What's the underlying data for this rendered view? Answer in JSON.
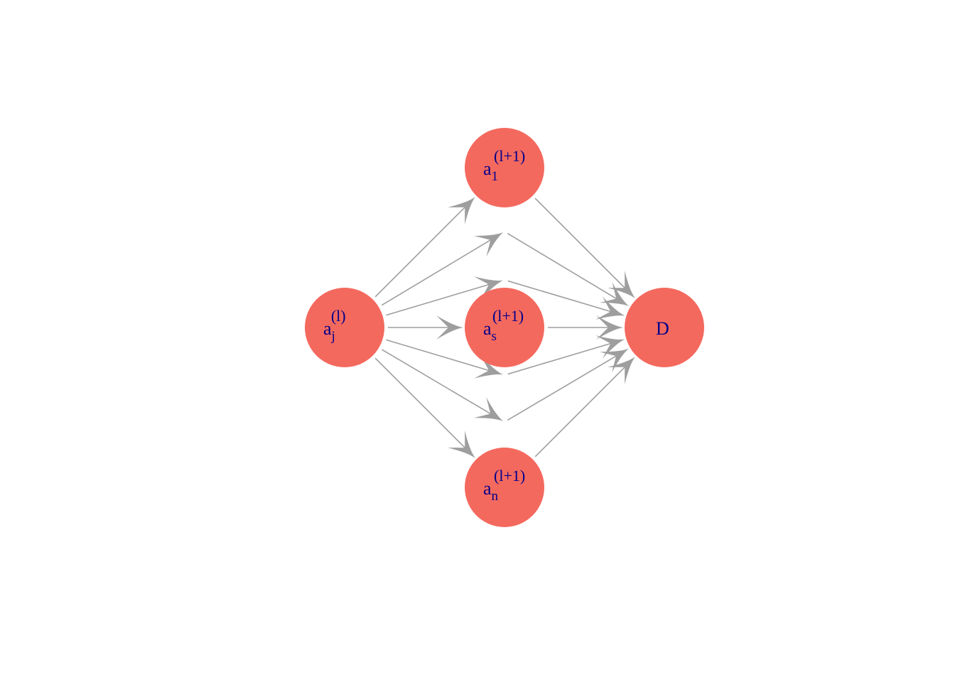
{
  "colors": {
    "node": "#f4695e",
    "edge": "#9e9e9e",
    "label": "#00008b"
  },
  "nodes": [
    {
      "id": "aj",
      "base": "a",
      "sub": "j",
      "sup": "(l)",
      "visible": true
    },
    {
      "id": "a1",
      "base": "a",
      "sub": "1",
      "sup": "(l+1)",
      "visible": true
    },
    {
      "id": "h1",
      "visible": false
    },
    {
      "id": "h2",
      "visible": false
    },
    {
      "id": "as",
      "base": "a",
      "sub": "s",
      "sup": "(l+1)",
      "visible": true
    },
    {
      "id": "h3",
      "visible": false
    },
    {
      "id": "h4",
      "visible": false
    },
    {
      "id": "an",
      "base": "a",
      "sub": "n",
      "sup": "(l+1)",
      "visible": true
    },
    {
      "id": "D",
      "base": "D",
      "visible": true
    }
  ],
  "edges": [
    [
      "aj",
      "a1"
    ],
    [
      "aj",
      "h1"
    ],
    [
      "aj",
      "h2"
    ],
    [
      "aj",
      "as"
    ],
    [
      "aj",
      "h3"
    ],
    [
      "aj",
      "h4"
    ],
    [
      "aj",
      "an"
    ],
    [
      "a1",
      "D"
    ],
    [
      "h1",
      "D"
    ],
    [
      "h2",
      "D"
    ],
    [
      "as",
      "D"
    ],
    [
      "h3",
      "D"
    ],
    [
      "h4",
      "D"
    ],
    [
      "an",
      "D"
    ]
  ]
}
